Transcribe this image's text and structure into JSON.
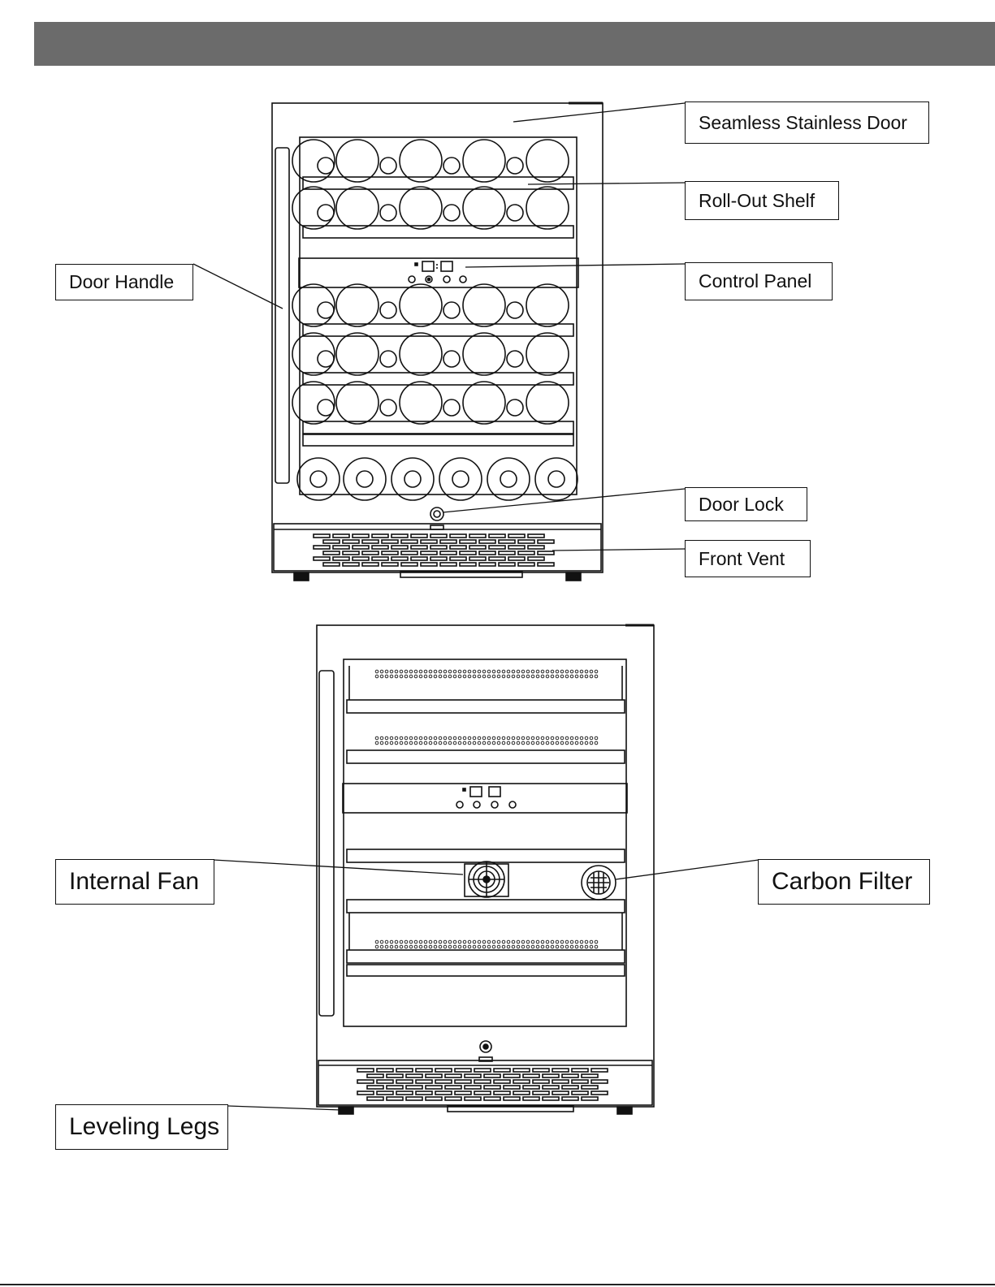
{
  "header": {
    "color": "#6b6b6b"
  },
  "top_figure": {
    "labels": {
      "door": "Seamless Stainless Door",
      "shelf": "Roll-Out Shelf",
      "handle": "Door Handle",
      "panel": "Control Panel",
      "lock": "Door Lock",
      "vent": "Front Vent"
    }
  },
  "bottom_figure": {
    "labels": {
      "fan": "Internal Fan",
      "filter": "Carbon Filter",
      "legs": "Leveling Legs"
    }
  }
}
